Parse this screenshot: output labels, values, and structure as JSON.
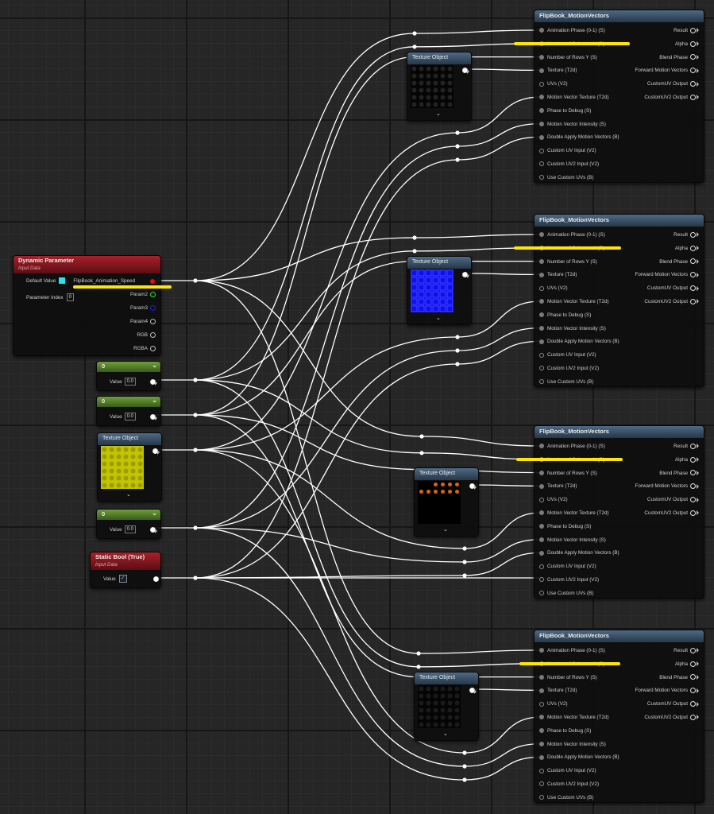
{
  "flipbook": {
    "title": "FlipBook_MotionVectors",
    "inputs": [
      "Animation  Phase (0-1) (S)",
      "Number of Columns X (S)",
      "Number of Rows Y (S)",
      "Texture (T2d)",
      "UVs (V2)",
      "Motion Vector Texture (T2d)",
      "Phase to Debug (S)",
      "Motion Vector Intensity (S)",
      "Double Apply Motion Vectors (B)",
      "Custom UV Input (V2)",
      "Custom UV2 Input (V2)",
      "Use Custom UVs (B)"
    ],
    "outputs": [
      "Result",
      "Alpha",
      "Blend Phase",
      "Forward Motion Vectors",
      "CustomUV Output",
      "CustomUV2 Output"
    ]
  },
  "texture_object_title": "Texture Object",
  "dynamic_parameter": {
    "title": "Dynamic Parameter",
    "subtitle": "Input Data",
    "default_value_label": "Default Value",
    "output_name": "FlipBook_Animation_Speed",
    "parameter_index_label": "Parameter Index",
    "parameter_index_value": "0",
    "outputs": [
      "Param2",
      "Param3",
      "Param4",
      "RGB",
      "RGBA"
    ]
  },
  "constants": [
    {
      "header": "0",
      "label": "Value",
      "value": "0.0"
    },
    {
      "header": "0",
      "label": "Value",
      "value": "0.0"
    },
    {
      "header": "0",
      "label": "Value",
      "value": "0.0"
    }
  ],
  "static_bool": {
    "title": "Static Bool (True)",
    "subtitle": "Input Data",
    "label": "Value"
  },
  "colors": {
    "highlight": "#ffe600",
    "header_blue": "#3a5268",
    "header_red": "#8a1820",
    "header_green": "#5a8a2e",
    "wire": "#ffffff"
  },
  "icons": {
    "expand": "chevron-down-icon",
    "check": "checkmark-icon"
  }
}
